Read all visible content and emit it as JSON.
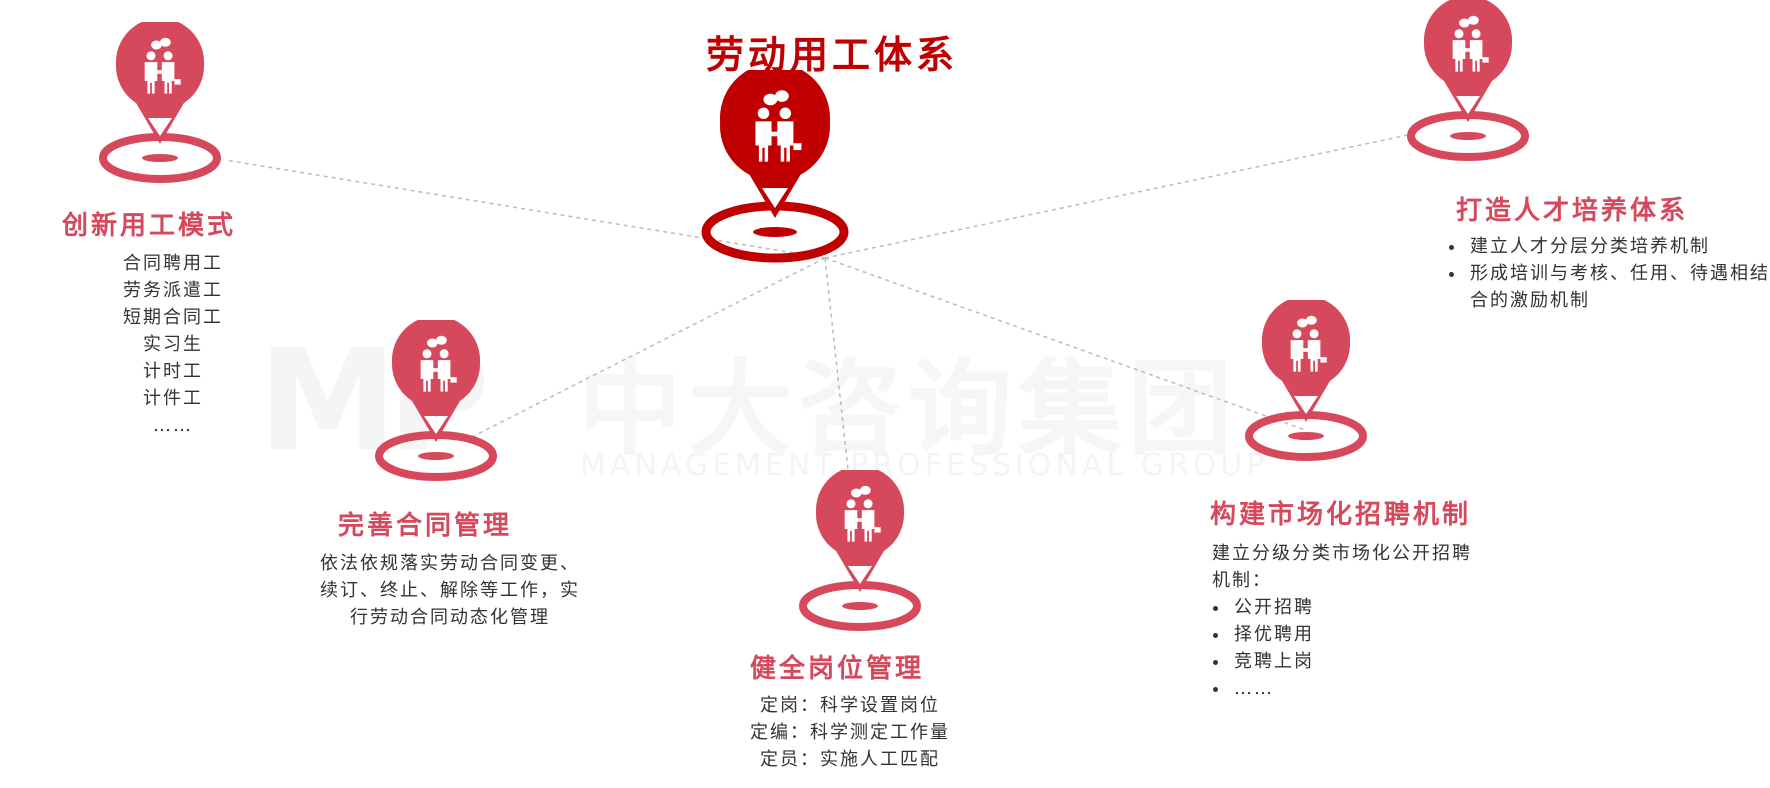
{
  "colors": {
    "accent": "#d6495c",
    "accent_dark": "#c00000",
    "line": "#bbbbbb",
    "text": "#333333"
  },
  "watermark": {
    "logo": "MP",
    "name": "中大咨询集团",
    "sub": "MANAGEMENT PROFESSIONAL GROUP"
  },
  "center": {
    "title": "劳动用工体系",
    "icon": "business-handshake-icon"
  },
  "nodes": {
    "innovate": {
      "title": "创新用工模式",
      "items": [
        "合同聘用工",
        "劳务派遣工",
        "短期合同工",
        "实习生",
        "计时工",
        "计件工",
        "……"
      ]
    },
    "talent": {
      "title": "打造人才培养体系",
      "bullets": [
        "建立人才分层分类培养机制",
        "形成培训与考核、任用、待遇相结合的激励机制"
      ]
    },
    "contract": {
      "title": "完善合同管理",
      "desc": [
        "依法依规落实劳动合同变更、",
        "续订、终止、解除等工作，实",
        "行劳动合同动态化管理"
      ]
    },
    "post": {
      "title": "健全岗位管理",
      "items": [
        "定岗：科学设置岗位",
        "定编：科学测定工作量",
        "定员：实施人工匹配"
      ]
    },
    "recruit": {
      "title": "构建市场化招聘机制",
      "intro": [
        "建立分级分类市场化公开招聘",
        "机制："
      ],
      "bullets": [
        "公开招聘",
        "择优聘用",
        "竞聘上岗",
        "……"
      ]
    }
  }
}
